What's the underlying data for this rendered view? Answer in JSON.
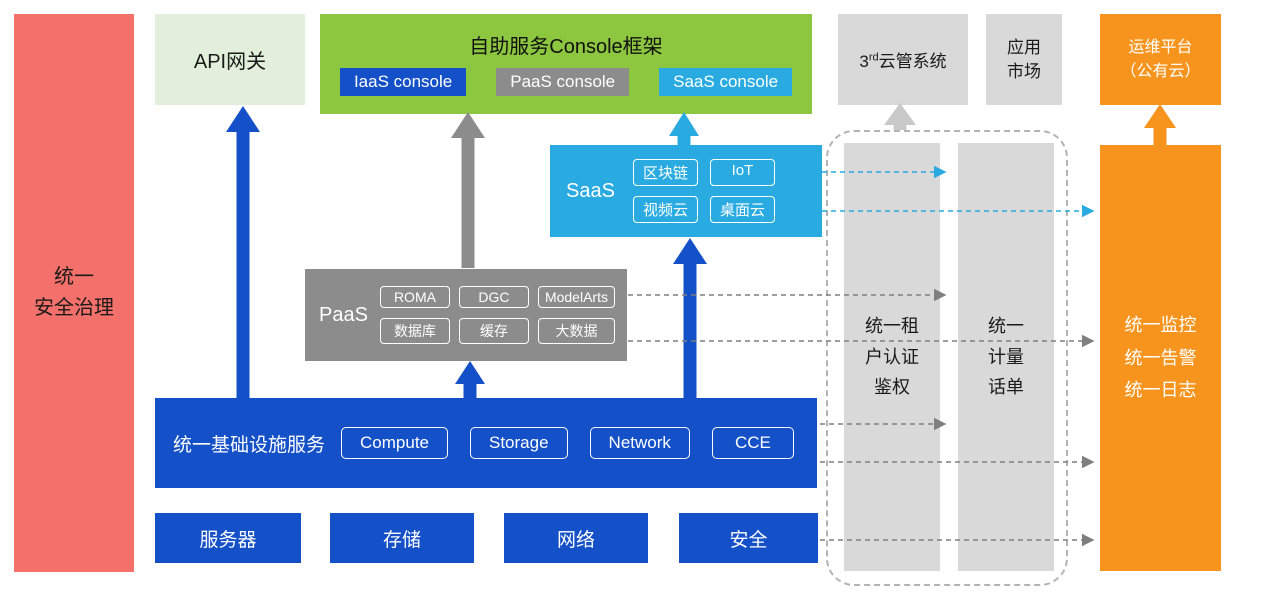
{
  "diagram": {
    "security_bar": {
      "label": "统一\n安全治理"
    },
    "api_gateway": {
      "label": "API网关"
    },
    "console_framework": {
      "title": "自助服务Console框架",
      "consoles": [
        {
          "label": "IaaS console",
          "color": "#1450c8"
        },
        {
          "label": "PaaS console",
          "color": "#8c8c8c"
        },
        {
          "label": "SaaS console",
          "color": "#29abe2"
        }
      ]
    },
    "third_party": {
      "label_pre": "3",
      "label_sup": "rd",
      "label_post": "云管系统"
    },
    "app_market": {
      "label": "应用\n市场"
    },
    "ops_platform": {
      "label": "运维平台\n（公有云）"
    },
    "saas": {
      "label": "SaaS",
      "chips": [
        "区块链",
        "IoT",
        "视频云",
        "桌面云"
      ]
    },
    "paas": {
      "label": "PaaS",
      "chips": [
        "ROMA",
        "DGC",
        "ModelArts",
        "数据库",
        "缓存",
        "大数据"
      ]
    },
    "iaas": {
      "label": "统一基础设施服务",
      "chips": [
        "Compute",
        "Storage",
        "Network",
        "CCE"
      ]
    },
    "hardware": {
      "items": [
        "服务器",
        "存储",
        "网络",
        "安全"
      ]
    },
    "tenant_auth": {
      "label": "统一租\n户认证\n鉴权"
    },
    "metering": {
      "label": "统一\n计量\n话单"
    },
    "monitoring": {
      "label": "统一监控\n统一告警\n统一日志"
    },
    "colors": {
      "blue": "#1450c8",
      "light_blue": "#29abe2",
      "green": "#8dc63f",
      "pale_green": "#e2f0db",
      "gray_box": "#d9d9d9",
      "gray_paas": "#8c8c8c",
      "orange": "#f7941e",
      "red": "#f4716b"
    }
  }
}
